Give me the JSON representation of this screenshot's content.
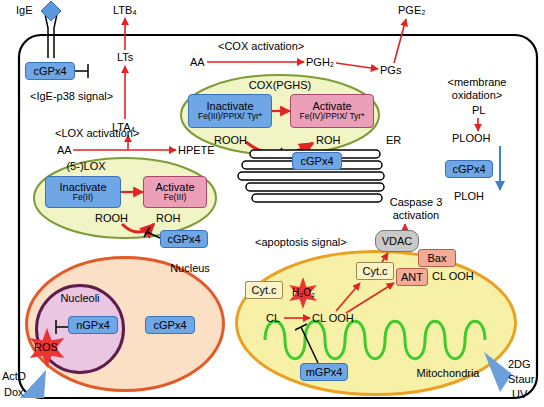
{
  "diagram": {
    "nodes": [
      {
        "text": [
          "cGPx4"
        ]
      },
      {
        "text": [
          "COX(PGHS)"
        ]
      },
      {
        "text": [
          "Inactivate",
          "Fe(III)/PPIX/ Tyr*"
        ],
        "in": 1
      },
      {
        "text": [
          "Activate",
          "Fe(IV)/PPIX/ Tyr*"
        ],
        "in": 1
      },
      {
        "text": [
          "cGPx4"
        ]
      },
      {
        "text": [
          "cGPx4"
        ]
      },
      {
        "text": [
          "(5-)LOX"
        ]
      },
      {
        "text": [
          "Inactivate",
          "Fe(II)"
        ],
        "in": 6
      },
      {
        "text": [
          "Activate",
          "Fe(III)"
        ],
        "in": 6
      },
      {
        "text": [
          "cGPx4"
        ]
      },
      {
        "text": [
          "Nucleus"
        ]
      },
      {
        "text": [
          "Nucleoli"
        ],
        "in": 10
      },
      {
        "text": [
          "nGPx4"
        ],
        "in": 11
      },
      {
        "text": [
          "cGPx4"
        ],
        "in": 10
      },
      {
        "text": [
          "Mitochondria"
        ]
      },
      {
        "text": [
          "VDAC"
        ]
      },
      {
        "text": [
          "Bax"
        ]
      },
      {
        "text": [
          "ANT"
        ]
      },
      {
        "text": [
          "Cyt.c"
        ],
        "in": 14
      },
      {
        "text": [
          "Cyt.c"
        ],
        "in": 14
      },
      {
        "text": [
          "mGPx4"
        ],
        "in": 14
      }
    ],
    "edges": [
      {
        "from": 2,
        "to": 3,
        "arrow": "to"
      },
      {
        "from": 7,
        "to": 8,
        "arrow": "to"
      }
    ],
    "labels": [
      "IgE",
      "LTB₄",
      "<IgE-p38 signal>",
      "LTs",
      "<COX activation>",
      "AA",
      "PGH₂",
      "PGs",
      "PGE₂",
      "<membrane oxidation>",
      "PL",
      "PLOOH",
      "PLOH",
      "LTA₄",
      "ROOH",
      "ROH",
      "ER",
      "<LOX activation>",
      "AA",
      "HPETE",
      "ROOH",
      "ROH",
      "Caspase 3 activation",
      "<apoptosis signal>",
      "H₂O₂",
      "CL",
      "CL OOH",
      "CL OOH",
      "ROS",
      "ActD",
      "Dox",
      "2DG",
      "Staur",
      "UV"
    ]
  }
}
